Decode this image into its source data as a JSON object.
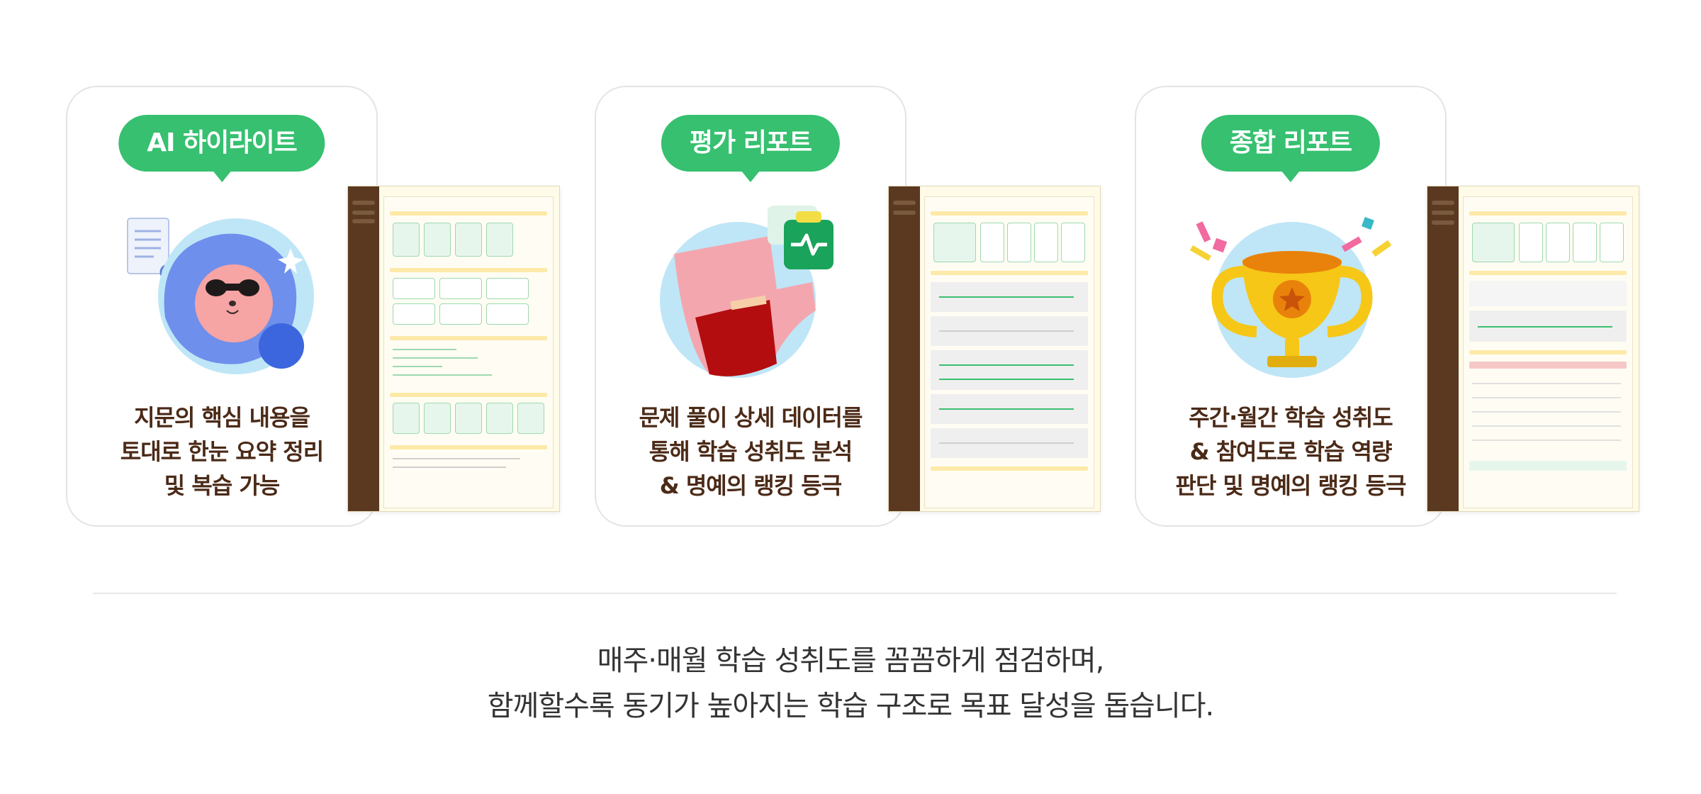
{
  "cards": [
    {
      "title": "AI 하이라이트",
      "description": [
        "지문의 핵심 내용을",
        "토대로 한눈 요약 정리",
        "및 복습 가능"
      ]
    },
    {
      "title": "평가 리포트",
      "description": [
        "문제 풀이 상세 데이터를",
        "통해 학습 성취도 분석",
        "& 명예의 랭킹 등극"
      ]
    },
    {
      "title": "종합 리포트",
      "description": [
        "주간·월간 학습 성취도",
        "& 참여도로 학습 역량",
        "판단 및 명예의 랭킹 등극"
      ]
    }
  ],
  "footer": [
    "매주·매월 학습 성취도를 꼼꼼하게 점검하며,",
    "함께할수록 동기가 높아지는 학습 구조로 목표 달성을 돕습니다."
  ],
  "colors": {
    "accent": "#36c070",
    "text_brown": "#4b2a17",
    "sidebar_brown": "#5a3920",
    "card_border": "#e4e4e4"
  },
  "icons": [
    "mascot-icon",
    "report-paper-icon",
    "trophy-icon"
  ]
}
